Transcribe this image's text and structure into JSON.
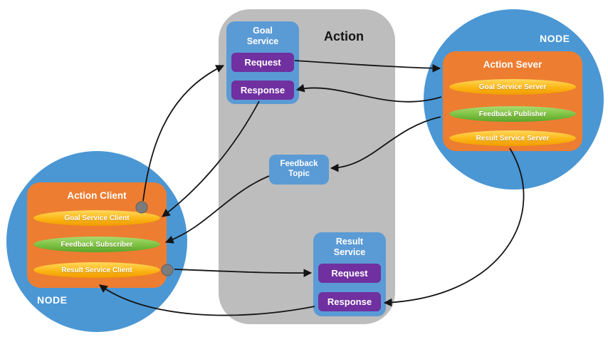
{
  "action_panel": {
    "title": "Action"
  },
  "goal_service": {
    "title": "Goal Service",
    "request_label": "Request",
    "response_label": "Response"
  },
  "feedback_topic": {
    "title": "Feedback Topic"
  },
  "result_service": {
    "title": "Result Service",
    "request_label": "Request",
    "response_label": "Response"
  },
  "client_node": {
    "node_label": "NODE",
    "title": "Action Client",
    "pills": [
      {
        "label": "Goal Service Client",
        "color": "yellow"
      },
      {
        "label": "Feedback Subscriber",
        "color": "green"
      },
      {
        "label": "Result Service Client",
        "color": "yellow"
      }
    ]
  },
  "server_node": {
    "node_label": "NODE",
    "title": "Action Sever",
    "pills": [
      {
        "label": "Goal Service Server",
        "color": "yellow"
      },
      {
        "label": "Feedback Publisher",
        "color": "green"
      },
      {
        "label": "Result Service Server",
        "color": "yellow"
      }
    ]
  },
  "colors": {
    "node_blue": "#4b97d4",
    "service_blue": "#5b9bd5",
    "orange": "#ed7d31",
    "purple": "#7030a0",
    "pill_yellow": "#fcb514",
    "pill_green": "#7cc142",
    "panel_gray": "#bdbdbd",
    "arrow_black": "#141414",
    "dot_gray": "#7c7c7c"
  }
}
